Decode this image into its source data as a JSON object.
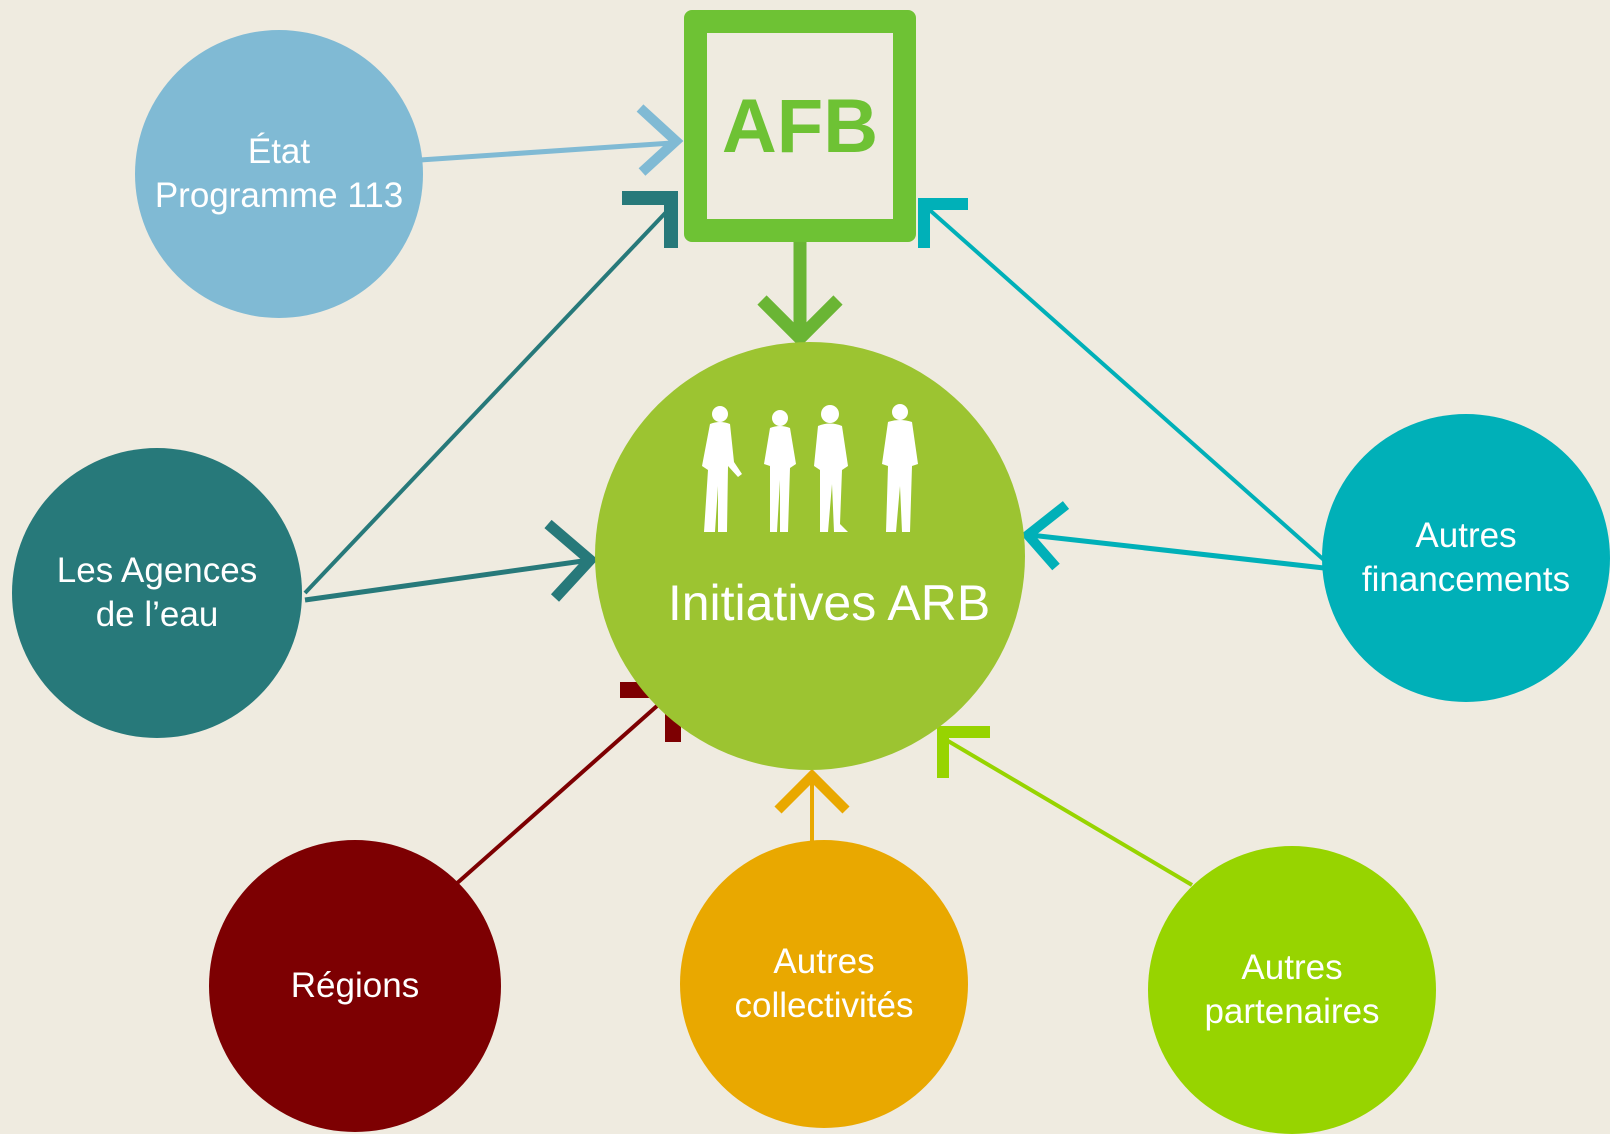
{
  "diagram": {
    "afb": {
      "label": "AFB",
      "color": "#6ec234"
    },
    "center": {
      "label": "Initiatives ARB",
      "color": "#9cc431",
      "icon": "people-silhouettes-icon"
    },
    "nodes": [
      {
        "id": "etat",
        "lines": [
          "État",
          "Programme 113"
        ],
        "color": "#80bad4",
        "target": "AFB"
      },
      {
        "id": "agences",
        "lines": [
          "Les Agences",
          "de l’eau"
        ],
        "color": "#27797a",
        "target": "AFB + Initiatives ARB"
      },
      {
        "id": "regions",
        "lines": [
          "Régions"
        ],
        "color": "#7d0002",
        "target": "Initiatives ARB"
      },
      {
        "id": "collectivites",
        "lines": [
          "Autres",
          "collectivités"
        ],
        "color": "#e9a800",
        "target": "Initiatives ARB"
      },
      {
        "id": "partenaires",
        "lines": [
          "Autres",
          "partenaires"
        ],
        "color": "#97d400",
        "target": "Initiatives ARB"
      },
      {
        "id": "financements",
        "lines": [
          "Autres",
          "financements"
        ],
        "color": "#00b0b8",
        "target": "AFB + Initiatives ARB"
      }
    ]
  }
}
